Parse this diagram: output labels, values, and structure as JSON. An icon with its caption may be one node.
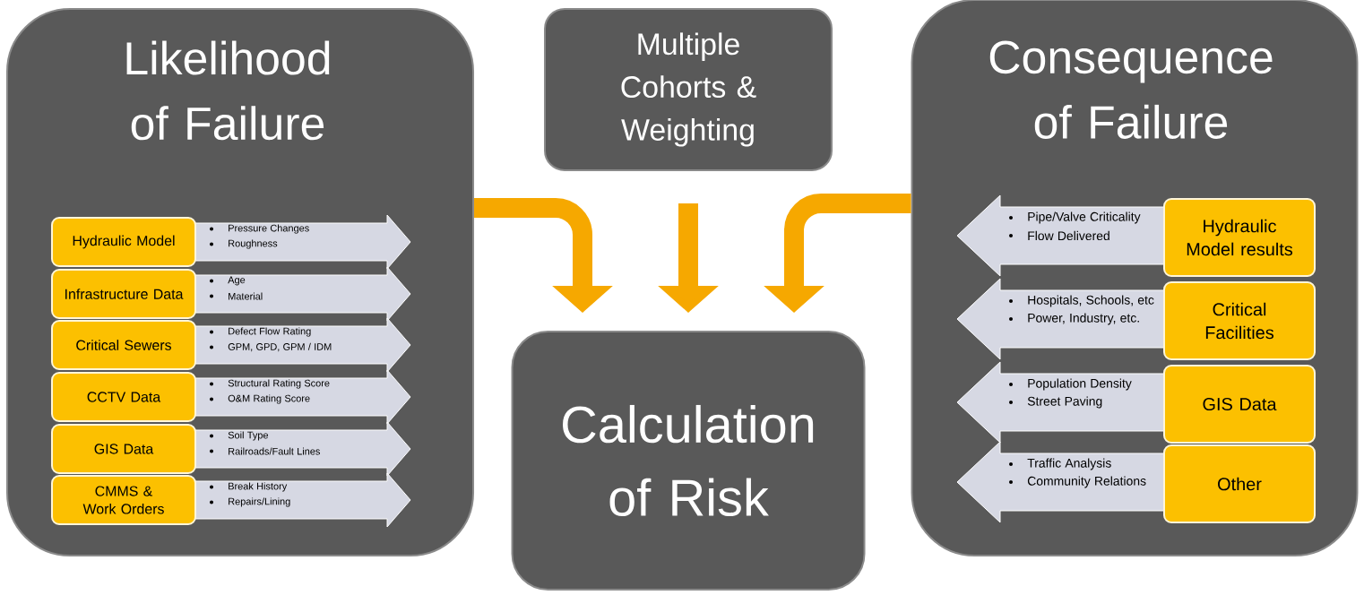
{
  "diagram": {
    "nodes": [
      {
        "text": [
          "Likelihood of Failure"
        ]
      },
      {
        "text": [
          "Multiple Cohorts & Weighting"
        ]
      },
      {
        "text": [
          "Consequence of Failure"
        ]
      },
      {
        "text": [
          "Calculation of Risk"
        ]
      },
      {
        "text": [
          "Hydraulic Model"
        ],
        "in": 0
      },
      {
        "text": [
          "Pressure Changes",
          "Roughness"
        ],
        "in": 0
      },
      {
        "text": [
          "Infrastructure Data"
        ],
        "in": 0
      },
      {
        "text": [
          "Age",
          "Material"
        ],
        "in": 0
      },
      {
        "text": [
          "Critical Sewers"
        ],
        "in": 0
      },
      {
        "text": [
          "Defect Flow Rating",
          "GPM, GPD, GPM / IDM"
        ],
        "in": 0
      },
      {
        "text": [
          "CCTV Data"
        ],
        "in": 0
      },
      {
        "text": [
          "Structural Rating Score",
          "O&M Rating Score"
        ],
        "in": 0
      },
      {
        "text": [
          "GIS Data"
        ],
        "in": 0
      },
      {
        "text": [
          "Soil Type",
          "Railroads/Fault Lines"
        ],
        "in": 0
      },
      {
        "text": [
          "CMMS & Work Orders"
        ],
        "in": 0
      },
      {
        "text": [
          "Break History",
          "Repairs/Lining"
        ],
        "in": 0
      },
      {
        "text": [
          "Pipe/Valve Criticality",
          "Flow Delivered"
        ],
        "in": 2
      },
      {
        "text": [
          "Hydraulic Model results"
        ],
        "in": 2
      },
      {
        "text": [
          "Hospitals, Schools, etc",
          "Power, Industry, etc."
        ],
        "in": 2
      },
      {
        "text": [
          "Critical Facilities"
        ],
        "in": 2
      },
      {
        "text": [
          "Population Density",
          "Street Paving"
        ],
        "in": 2
      },
      {
        "text": [
          "GIS Data"
        ],
        "in": 2
      },
      {
        "text": [
          "Traffic Analysis",
          "Community Relations"
        ],
        "in": 2
      },
      {
        "text": [
          "Other"
        ],
        "in": 2
      }
    ],
    "edges": [
      {
        "from": 0,
        "to": 3,
        "arrow": "to"
      },
      {
        "from": 1,
        "to": 3,
        "arrow": "to"
      },
      {
        "from": 2,
        "to": 3,
        "arrow": "to"
      }
    ]
  }
}
